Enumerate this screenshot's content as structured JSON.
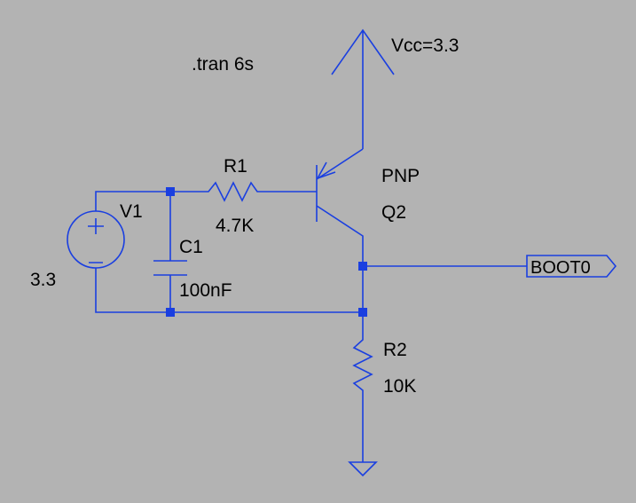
{
  "directive": ".tran 6s",
  "vcc": {
    "label": "Vcc=3.3"
  },
  "v1": {
    "name": "V1",
    "value": "3.3"
  },
  "r1": {
    "name": "R1",
    "value": "4.7K"
  },
  "c1": {
    "name": "C1",
    "value": "100nF"
  },
  "q2": {
    "type": "PNP",
    "name": "Q2"
  },
  "r2": {
    "name": "R2",
    "value": "10K"
  },
  "boot0": {
    "label": "BOOT0"
  },
  "colors": {
    "background": "#b3b3b3",
    "wire": "#1a3fe0",
    "text": "#000000"
  }
}
